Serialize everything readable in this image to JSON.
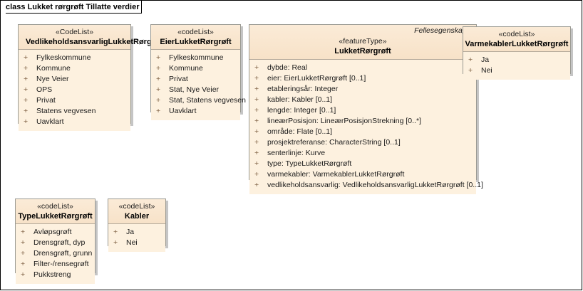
{
  "diagram": {
    "title": "class Lukket rørgrøft Tillatte verdier"
  },
  "classes": {
    "vedlikehold": {
      "stereotype": "«CodeList»",
      "name": "VedlikeholdsansvarligLukketRørgrøft",
      "visibility": "+",
      "attributes": [
        "Fylkeskommune",
        "Kommune",
        "Nye Veier",
        "OPS",
        "Privat",
        "Statens vegvesen",
        "Uavklart"
      ]
    },
    "eier": {
      "stereotype": "«codeList»",
      "name": "EierLukketRørgrøft",
      "visibility": "+",
      "attributes": [
        "Fylkeskommune",
        "Kommune",
        "Privat",
        "Stat, Nye Veier",
        "Stat, Statens vegvesen",
        "Uavklart"
      ]
    },
    "lukket": {
      "stereotype": "«featureType»",
      "name": "LukketRørgrøft",
      "tagged_value": "Fellesegenskaper",
      "visibility": "+",
      "attributes": [
        "dybde: Real",
        "eier: EierLukketRørgrøft [0..1]",
        "etableringsår: Integer",
        "kabler: Kabler [0..1]",
        "lengde: Integer [0..1]",
        "lineærPosisjon: LineærPosisjonStrekning [0..*]",
        "område: Flate [0..1]",
        "prosjektreferanse: CharacterString [0..1]",
        "senterlinje: Kurve",
        "type: TypeLukketRørgrøft",
        "varmekabler: VarmekablerLukketRørgrøft",
        "vedlikeholdsansvarlig: VedlikeholdsansvarligLukketRørgrøft [0..1]"
      ]
    },
    "varmekabler": {
      "stereotype": "«codeList»",
      "name": "VarmekablerLukketRørgrøft",
      "visibility": "+",
      "attributes": [
        "Ja",
        "Nei"
      ]
    },
    "type": {
      "stereotype": "«codeList»",
      "name": "TypeLukketRørgrøft",
      "visibility": "+",
      "attributes": [
        "Avløpsgrøft",
        "Drensgrøft, dyp",
        "Drensgrøft, grunn",
        "Filter-/rensegrøft",
        "Pukkstreng"
      ]
    },
    "kabler": {
      "stereotype": "«codeList»",
      "name": "Kabler",
      "visibility": "+",
      "attributes": [
        "Ja",
        "Nei"
      ]
    }
  },
  "colors": {
    "box_fill": "#fdf1df",
    "header_fill": "#f7e2c8",
    "border": "#9a9a93",
    "text": "#1a1a1a",
    "visibility_marker": "#7a5c3e"
  }
}
